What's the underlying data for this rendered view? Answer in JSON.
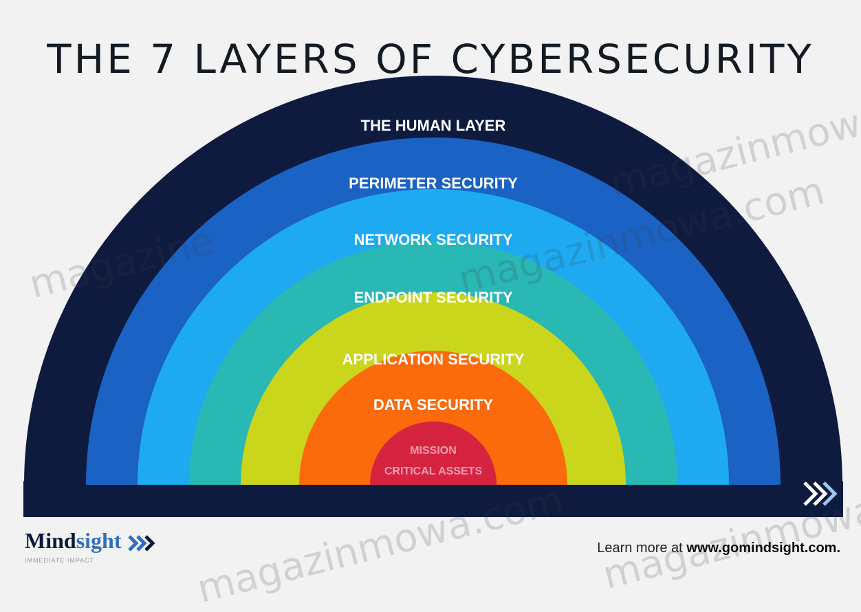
{
  "title": "THE 7 LAYERS OF CYBERSECURITY",
  "layers": [
    {
      "label": "THE HUMAN LAYER",
      "color": "#0e1b3f",
      "text_color": "#ffffff"
    },
    {
      "label": "PERIMETER SECURITY",
      "color": "#1a62c4",
      "text_color": "#ffffff"
    },
    {
      "label": "NETWORK SECURITY",
      "color": "#1eaaf0",
      "text_color": "#ffffff"
    },
    {
      "label": "ENDPOINT SECURITY",
      "color": "#29b8b4",
      "text_color": "#ffffff"
    },
    {
      "label": "APPLICATION SECURITY",
      "color": "#c9d61b",
      "text_color": "#ffffff"
    },
    {
      "label": "DATA SECURITY",
      "color": "#fb6a0b",
      "text_color": "#ffffff"
    },
    {
      "label": "MISSION CRITICAL ASSETS",
      "color": "#d6233f",
      "text_color": "#f3a0b0"
    }
  ],
  "footer": {
    "brand_main": "Mind",
    "brand_accent": "sight",
    "tagline": "IMMEDIATE IMPACT",
    "learn_more_prefix": "Learn more at ",
    "learn_more_url": "www.gomindsight.com."
  },
  "watermarks": [
    "magazine",
    "magazinmowa.com",
    "magazinmowa.com",
    "magazinmowa.com",
    "magazinmowa.com"
  ]
}
